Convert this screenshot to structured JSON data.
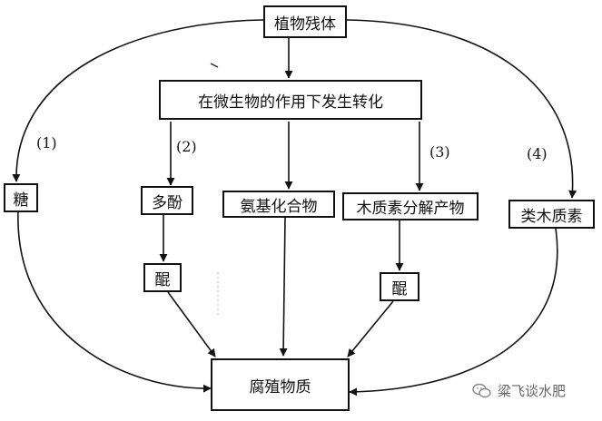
{
  "nodes": {
    "top": "植物残体",
    "middle": "在微生物的作用下发生转化",
    "sugar": "糖",
    "polyphenol": "多酚",
    "amino": "氨基化合物",
    "lignin": "木质素分解产物",
    "ligninoid": "类木质素",
    "quinone_left": "醌",
    "quinone_right": "醌",
    "humus": "腐殖物质"
  },
  "labels": {
    "p1": "(1)",
    "p2": "(2)",
    "p3": "(3)",
    "p4": "(4)"
  },
  "watermark": "粱飞谈水肥"
}
